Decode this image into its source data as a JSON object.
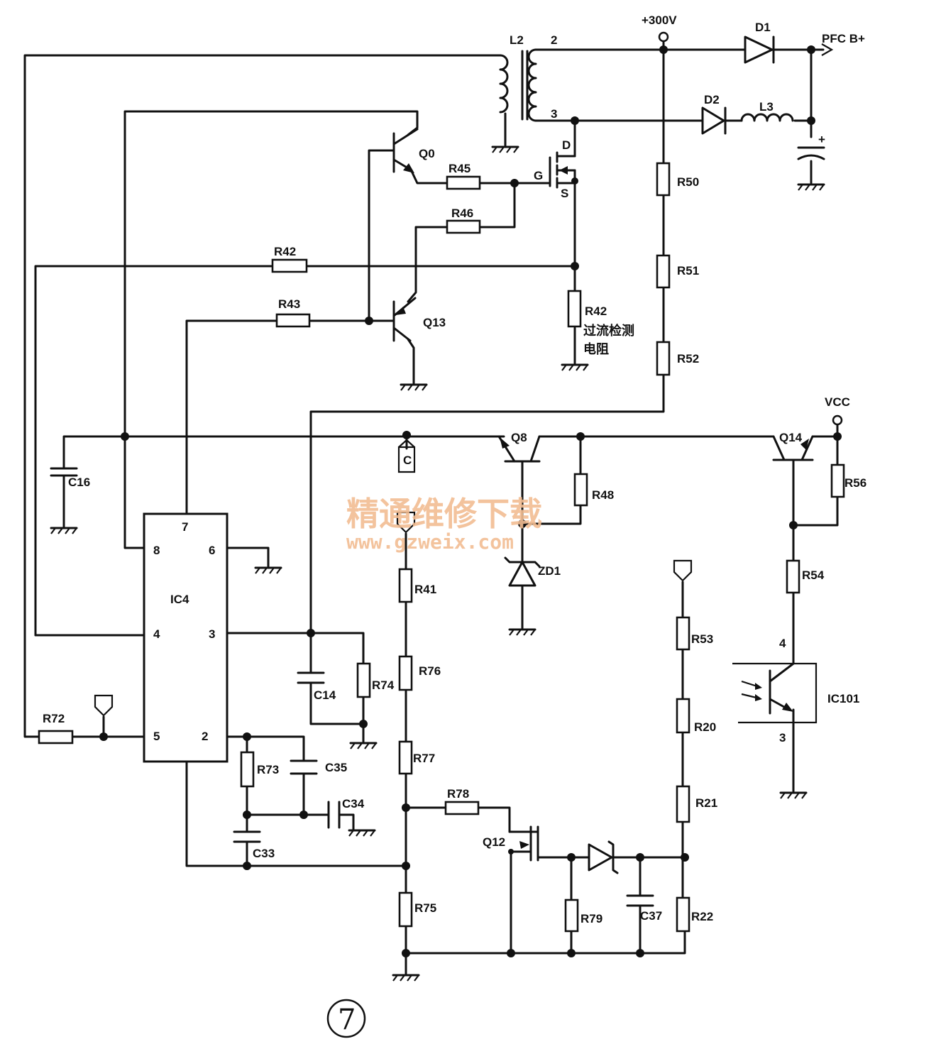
{
  "supply": {
    "hv_rail": "+300V",
    "pfc_out": "PFC B+",
    "vcc": "VCC"
  },
  "chips": {
    "ic4": "IC4",
    "ic101": "IC101"
  },
  "ic4_pins": [
    "7",
    "8",
    "6",
    "4",
    "3",
    "5",
    "2"
  ],
  "opto_pins": [
    "4",
    "3"
  ],
  "transformer": {
    "name": "L2",
    "pin_top": "2",
    "pin_bottom": "3"
  },
  "mosfet": {
    "d": "D",
    "g": "G",
    "s": "S"
  },
  "transistors": {
    "q0": "Q0",
    "q13": "Q13",
    "q8": "Q8",
    "q14": "Q14",
    "q12": "Q12"
  },
  "diodes": {
    "d1": "D1",
    "d2": "D2",
    "zd1": "ZD1"
  },
  "inductors": {
    "l3": "L3"
  },
  "resistors": {
    "r45": "R45",
    "r46": "R46",
    "r42_top": "R42",
    "r43": "R43",
    "r42_sense": "R42",
    "r50": "R50",
    "r51": "R51",
    "r52": "R52",
    "r48": "R48",
    "r56": "R56",
    "r54": "R54",
    "r41": "R41",
    "r76": "R76",
    "r77": "R77",
    "r74": "R74",
    "r72": "R72",
    "r73": "R73",
    "r78": "R78",
    "r75": "R75",
    "r79": "R79",
    "r53": "R53",
    "r20": "R20",
    "r21": "R21",
    "r22": "R22"
  },
  "capacitors": {
    "c16": "C16",
    "c14": "C14",
    "c35": "C35",
    "c34": "C34",
    "c33": "C33",
    "c37": "C37"
  },
  "connectors": {
    "c_tag": "C"
  },
  "polarity": "+",
  "annotation": {
    "line1": "过流检测",
    "line2": "电阻"
  },
  "watermark": {
    "cn": "精通维修下载",
    "url": "www.gzweix.com"
  },
  "figure_number": "7"
}
